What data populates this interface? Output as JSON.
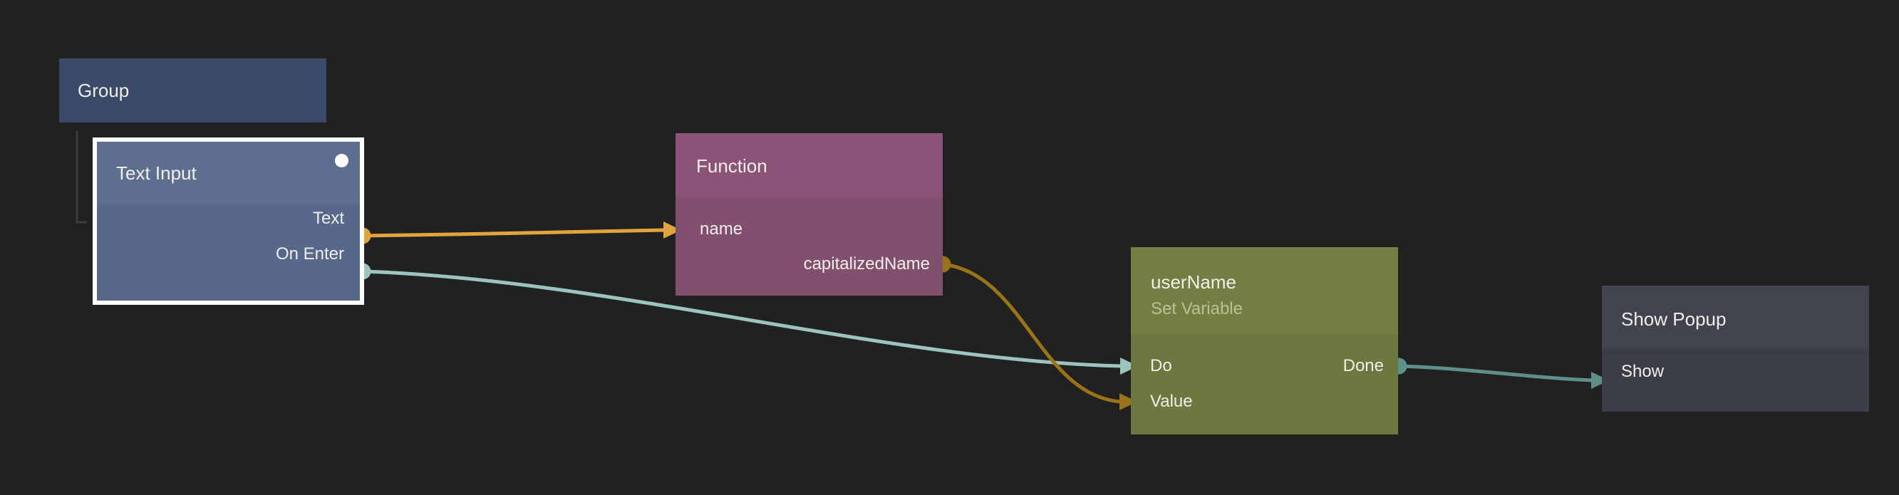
{
  "app": {
    "view": "node-graph-editor"
  },
  "canvas": {
    "background_color": "#212121",
    "group_connector_color": "#3d3d3d"
  },
  "nodes": {
    "group": {
      "title": "Group",
      "color": "#3b4a68"
    },
    "text_input": {
      "title": "Text Input",
      "selected": true,
      "selection_border_color": "#ffffff",
      "status_dot_color": "#ffffff",
      "header_color": "#5d6e8f",
      "body_color": "#57688a",
      "outputs": [
        {
          "label": "Text",
          "port_color": "#e0a33e"
        },
        {
          "label": "On Enter",
          "port_color": "#9cc4bf"
        }
      ]
    },
    "function": {
      "title": "Function",
      "header_color": "#8b5378",
      "body_color": "#82506f",
      "inputs": [
        {
          "label": "name",
          "port_color": "#e2a43c"
        }
      ],
      "outputs": [
        {
          "label": "capitalizedName",
          "port_color": "#9a7318"
        }
      ]
    },
    "set_variable": {
      "title": "userName",
      "subtitle": "Set Variable",
      "header_color": "#737f42",
      "body_color": "#6c7840",
      "inputs": [
        {
          "label": "Do",
          "port_color": "#7eb5af"
        },
        {
          "label": "Value",
          "port_color": "#9a7318"
        }
      ],
      "outputs": [
        {
          "label": "Done",
          "port_color": "#5f918c"
        }
      ]
    },
    "show_popup": {
      "title": "Show Popup",
      "header_color": "#41444f",
      "body_color": "#3b3e48",
      "inputs": [
        {
          "label": "Show",
          "port_color": "#5e8f8a"
        }
      ]
    }
  },
  "connections": [
    {
      "from_node": "Text Input",
      "from_port": "Text",
      "to_node": "Function",
      "to_port": "name",
      "color": "#e2a43c"
    },
    {
      "from_node": "Text Input",
      "from_port": "On Enter",
      "to_node": "userName",
      "to_port": "Do",
      "color": "#9cc4bf"
    },
    {
      "from_node": "Function",
      "from_port": "capitalizedName",
      "to_node": "userName",
      "to_port": "Value",
      "color": "#9a7318"
    },
    {
      "from_node": "userName",
      "from_port": "Done",
      "to_node": "Show Popup",
      "to_port": "Show",
      "color": "#5e8f8a"
    }
  ]
}
